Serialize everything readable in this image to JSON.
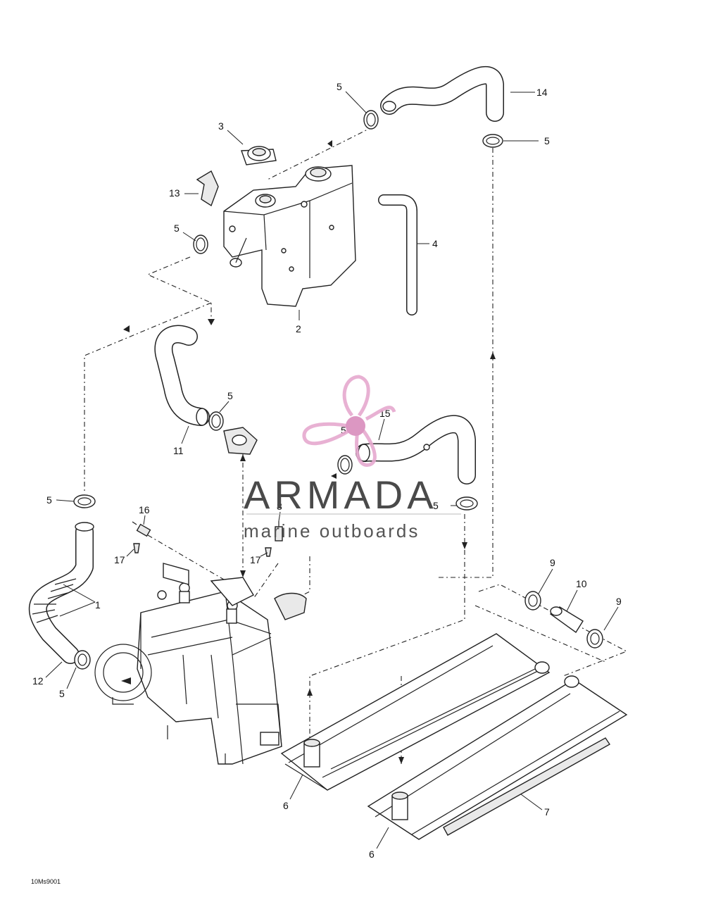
{
  "callouts": {
    "c1": "1",
    "c2": "2",
    "c3": "3",
    "c4": "4",
    "c5a": "5",
    "c5b": "5",
    "c5c": "5",
    "c5d": "5",
    "c5e": "5",
    "c5f": "5",
    "c5g": "5",
    "c5h": "5",
    "c6a": "6",
    "c6b": "6",
    "c7": "7",
    "c8": "8",
    "c9a": "9",
    "c9b": "9",
    "c10": "10",
    "c11": "11",
    "c12": "12",
    "c13": "13",
    "c14": "14",
    "c15": "15",
    "c16": "16",
    "c17a": "17",
    "c17b": "17"
  },
  "watermark": {
    "brand": "ARMADA",
    "tagline": "marine outboards",
    "colors": {
      "logo_pink": "#e6a9cf",
      "logo_hub": "#d98cbc",
      "text": "#4a4a4a"
    }
  },
  "figure_ref": "10Ms9001"
}
